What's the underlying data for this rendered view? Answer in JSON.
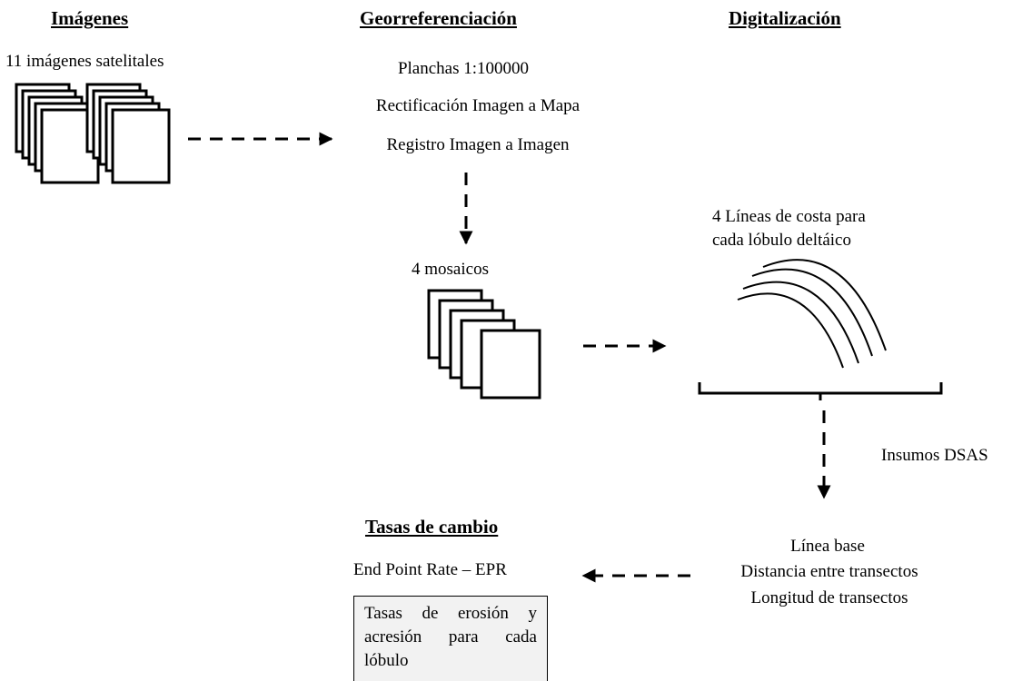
{
  "sections": {
    "imagenes": {
      "heading": "Imágenes",
      "note": "11 imágenes satelitales"
    },
    "georreferenciacion": {
      "heading": "Georreferenciación",
      "lines": [
        "Planchas 1:100000",
        "Rectificación Imagen a Mapa",
        "Registro Imagen a Imagen"
      ],
      "mosaics_label": "4 mosaicos"
    },
    "digitalizacion": {
      "heading": "Digitalización",
      "coast_lines": [
        "4 Líneas de costa para",
        "cada lóbulo deltáico"
      ],
      "inputs_label": "Insumos DSAS",
      "parameters": [
        "Línea base",
        "Distancia entre transectos",
        "Longitud de transectos"
      ]
    },
    "tasas": {
      "heading": "Tasas de cambio",
      "method": "End Point Rate – EPR",
      "result_box": "Tasas de erosión y acresión para cada lóbulo"
    }
  },
  "icons": {
    "satellite_images": "stacked-pages-icon",
    "mosaics": "stacked-pages-icon",
    "shorelines": "concentric-arcs-icon"
  },
  "colors": {
    "stroke": "#000000",
    "box_fill": "#f2f2f2",
    "background": "#ffffff"
  }
}
